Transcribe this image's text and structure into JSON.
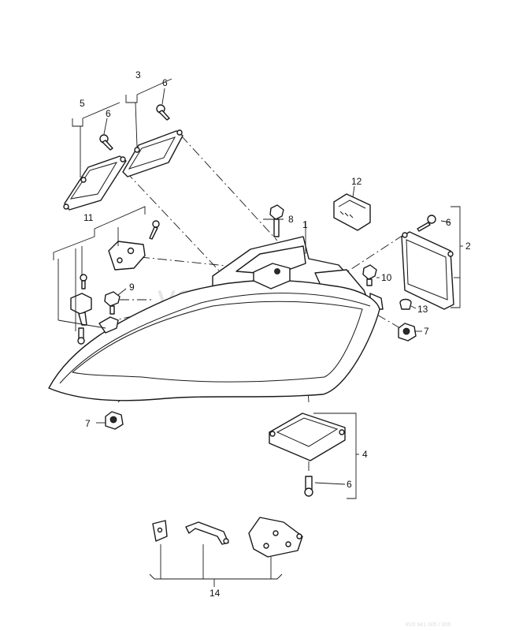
{
  "watermark": "vagtec.ru",
  "callouts": {
    "c1": "1",
    "c2": "2",
    "c3": "3",
    "c4": "4",
    "c5": "5",
    "c6a": "6",
    "c6b": "6",
    "c6c": "6",
    "c6d": "6",
    "c7a": "7",
    "c7b": "7",
    "c8": "8",
    "c9": "9",
    "c10": "10",
    "c11": "11",
    "c12": "12",
    "c13": "13",
    "c14": "14"
  },
  "footer_code": "8V0 941 005 / 006"
}
